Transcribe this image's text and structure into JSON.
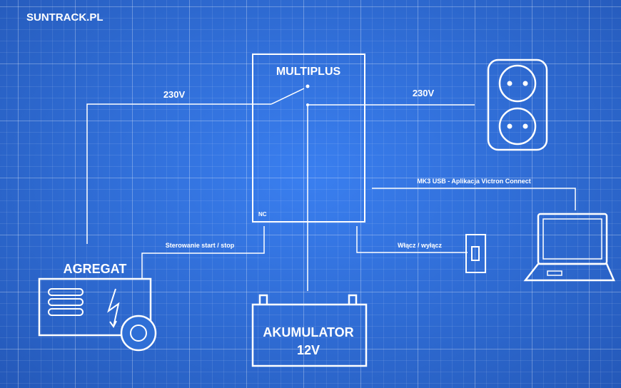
{
  "brand": "SUNTRACK.PL",
  "devices": {
    "multiplus": "MULTIPLUS",
    "nc_label": "NC",
    "agregat": "AGREGAT",
    "akumulator_line1": "AKUMULATOR",
    "akumulator_line2": "12V"
  },
  "connections": {
    "ac_in": "230V",
    "ac_out": "230V",
    "mk3": "MK3 USB - Aplikacja Victron Connect",
    "generator_control": "Sterowanie start / stop",
    "on_off": "Włącz / wyłącz"
  },
  "colors": {
    "background": "#2f6fd6",
    "lines": "#ffffff"
  }
}
